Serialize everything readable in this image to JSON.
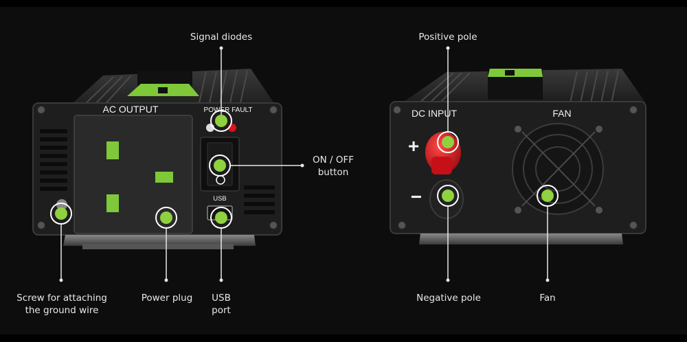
{
  "panel_labels": {
    "ac_output": "AC OUTPUT",
    "power_fault": "POWER FAULT",
    "usb": "USB",
    "dc_input": "DC INPUT",
    "fan": "FAN",
    "plus": "+",
    "minus": "−"
  },
  "callouts": {
    "signal_diodes": "Signal diodes",
    "on_off_line1": "ON / OFF",
    "on_off_line2": "button",
    "screw_line1": "Screw for attaching",
    "screw_line2": "the ground wire",
    "power_plug": "Power plug",
    "usb_line1": "USB",
    "usb_line2": "port",
    "positive_pole": "Positive pole",
    "negative_pole": "Negative pole",
    "fan": "Fan"
  },
  "colors": {
    "marker_green": "#8fd13f",
    "accent_green": "#7ec83a",
    "red_terminal": "#d8141c",
    "background": "#0d0d0d",
    "line": "#e8e8e8"
  }
}
